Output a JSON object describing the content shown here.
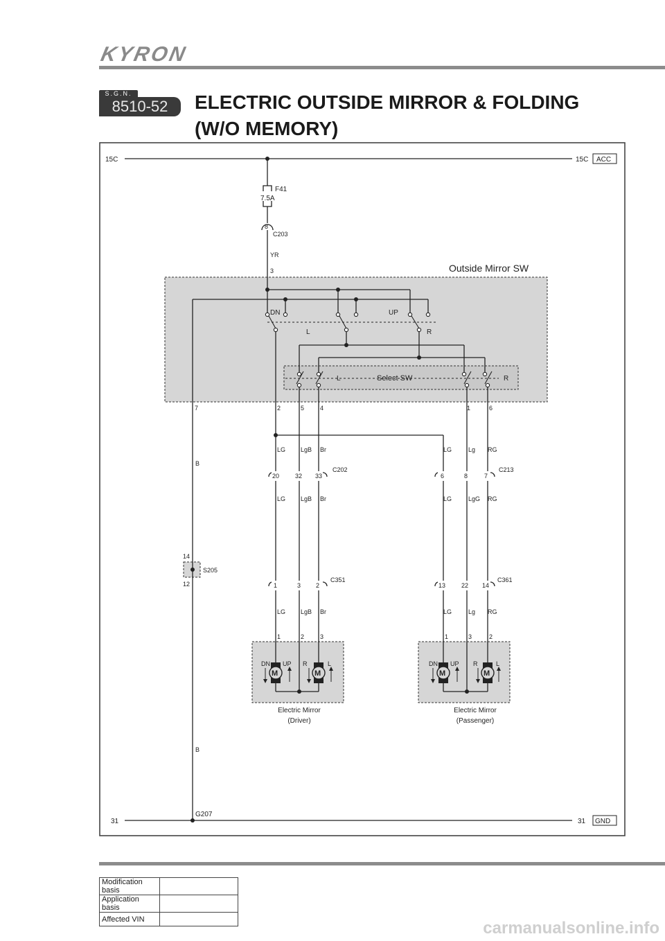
{
  "header": {
    "logo": "KYRON",
    "sgn": "S.G.N.",
    "code": "8510-52"
  },
  "title": {
    "line1": "ELECTRIC OUTSIDE MIRROR & FOLDING",
    "line2": "(W/O MEMORY)"
  },
  "rails": {
    "top_left": "15C",
    "top_right": "15C",
    "top_tag": "ACC",
    "bottom_left": "31",
    "bottom_right": "31",
    "bottom_tag": "GND",
    "ground": "G207"
  },
  "fuse": {
    "name": "F41",
    "rating": "7.5A"
  },
  "connectors": {
    "c203": {
      "name": "C203",
      "pin": "8",
      "wire": "YR",
      "sw_pin": "3"
    },
    "c202": {
      "name": "C202",
      "pins": [
        "20",
        "32",
        "33"
      ]
    },
    "c213": {
      "name": "C213",
      "pins": [
        "6",
        "8",
        "7"
      ]
    },
    "c351": {
      "name": "C351",
      "pins": [
        "1",
        "3",
        "2"
      ]
    },
    "c361": {
      "name": "C361",
      "pins": [
        "13",
        "22",
        "14"
      ]
    }
  },
  "switch": {
    "title": "Outside Mirror SW",
    "dn": "DN",
    "up": "UP",
    "l": "L",
    "r": "R",
    "select_title": "Select SW",
    "sel_l": "L",
    "sel_r": "R",
    "pins": [
      "7",
      "2",
      "5",
      "4",
      "1",
      "6"
    ]
  },
  "splice": {
    "name": "S205",
    "top": "14",
    "bottom": "12"
  },
  "wires": {
    "ground": "B",
    "left_a": [
      "LG",
      "LgB",
      "Br"
    ],
    "right_a": [
      "LG",
      "Lg",
      "RG"
    ],
    "left_b": [
      "LG",
      "LgB",
      "Br"
    ],
    "right_b": [
      "LG",
      "LgG",
      "RG"
    ],
    "left_c": [
      "LG",
      "LgB",
      "Br"
    ],
    "right_c": [
      "LG",
      "Lg",
      "RG"
    ]
  },
  "mirrors": {
    "driver": {
      "pins": [
        "1",
        "2",
        "3"
      ],
      "dn": "DN",
      "up": "UP",
      "r": "R",
      "l": "L",
      "m": "M",
      "name": "Electric Mirror",
      "side": "(Driver)"
    },
    "passenger": {
      "pins": [
        "1",
        "3",
        "2"
      ],
      "dn": "DN",
      "up": "UP",
      "r": "R",
      "l": "L",
      "m": "M",
      "name": "Electric Mirror",
      "side": "(Passenger)"
    }
  },
  "footer": {
    "rows": [
      "Modification basis",
      "Application basis",
      "Affected VIN"
    ],
    "watermark": "carmanualsonline.info"
  }
}
